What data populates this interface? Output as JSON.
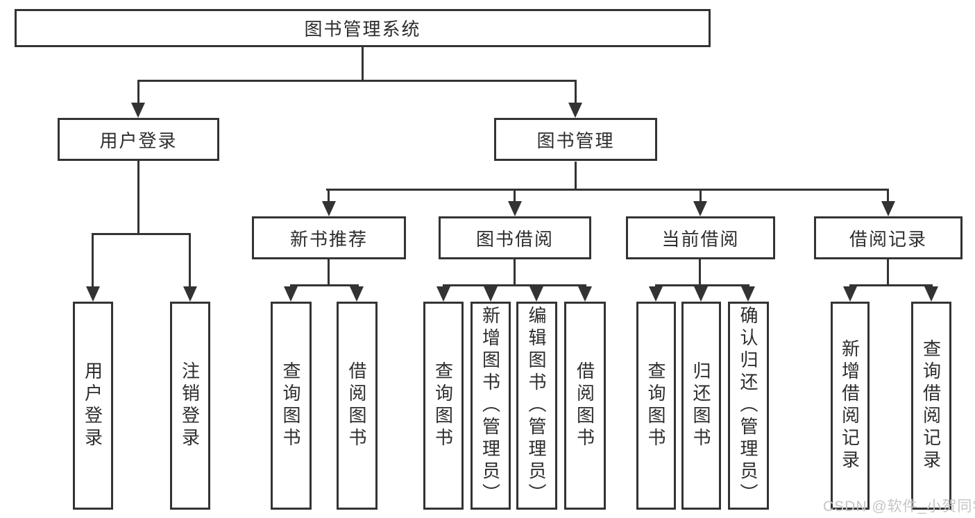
{
  "diagram_type": "hierarchy-tree",
  "tree": {
    "label": "图书管理系统",
    "children": [
      {
        "label": "用户登录",
        "children": [
          {
            "label": "用户登录"
          },
          {
            "label": "注销登录"
          }
        ]
      },
      {
        "label": "图书管理",
        "children": [
          {
            "label": "新书推荐",
            "children": [
              {
                "label": "查询图书"
              },
              {
                "label": "借阅图书"
              }
            ]
          },
          {
            "label": "图书借阅",
            "children": [
              {
                "label": "查询图书"
              },
              {
                "label": "新增图书（管理员）"
              },
              {
                "label": "编辑图书（管理员）"
              },
              {
                "label": "借阅图书"
              }
            ]
          },
          {
            "label": "当前借阅",
            "children": [
              {
                "label": "查询图书"
              },
              {
                "label": "归还图书"
              },
              {
                "label": "确认归还（管理员）"
              }
            ]
          },
          {
            "label": "借阅记录",
            "children": [
              {
                "label": "新增借阅记录"
              },
              {
                "label": "查询借阅记录"
              }
            ]
          }
        ]
      }
    ]
  },
  "watermark": "CSDN @软件_小贺同学",
  "colors": {
    "line": "#333333",
    "text": "#2d2d2d",
    "background": "#ffffff",
    "watermark": "#c5c5c5"
  }
}
